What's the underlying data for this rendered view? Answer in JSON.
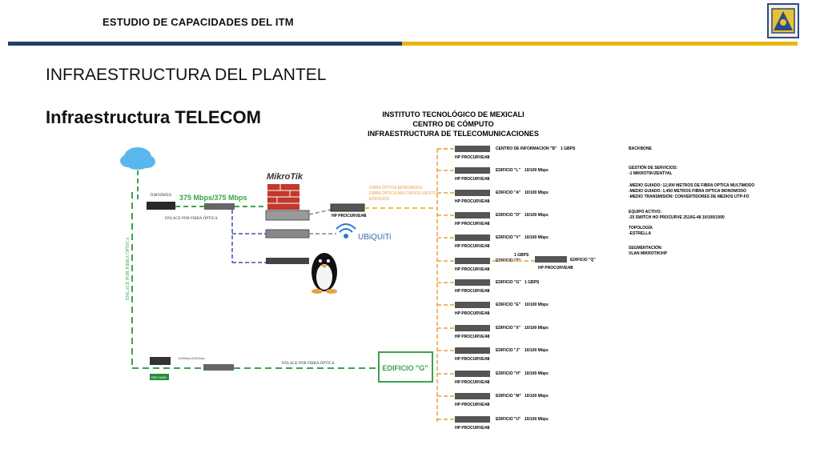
{
  "header": {
    "title": "ESTUDIO DE CAPACIDADES DEL ITM"
  },
  "slide": {
    "title": "INFRAESTRUCTURA DEL PLANTEL",
    "subtitle": "Infraestructura TELECOM"
  },
  "diagram": {
    "heading": [
      "INSTITUTO TECNOLÓGICO DE MEXICALI",
      "CENTRO DE CÓMPUTO",
      "INFRAESTRUCTURA DE TELECOMUNICACIONES"
    ],
    "isp_label": "transtelco",
    "bandwidth": "375 Mbps/375 Mbps",
    "fiber_link": "ENLACE POR FIBRA ÓPTICA",
    "fiber_link2": "ENLACE POR FIBRA ÓPTICA",
    "vertical_link": "ENLACE POR FIBRA ÓPTICA",
    "mikrotik": "MikroTik",
    "ubiquiti": "UBiQUiTi",
    "core_switch": "HP PROCURVE/48",
    "fiber_notes": [
      "FIBRA ÓPTICA MONOMODO",
      "FIBRA ÓPTICA MULTIMODO RESTO",
      "EDIFICIOS"
    ],
    "red_label": "RED NIBA",
    "red_speed": "100Mbps/100Mbps",
    "edificio_g": "EDIFICIO \"G\"",
    "buildings": [
      {
        "switch": "HP PROCURVE/48",
        "name": "CENTRO DE INFORMACION \"B\"",
        "speed": "1 GBPS"
      },
      {
        "switch": "HP PROCURVE/48",
        "name": "EDIFICIO \"L\"",
        "speed": "10/100 Mbps"
      },
      {
        "switch": "HP PROCURVE/48",
        "name": "EDIFICIO \"A\"",
        "speed": "10/100 Mbps"
      },
      {
        "switch": "HP PROCURVE/48",
        "name": "EDIFICIO \"D\"",
        "speed": "10/100 Mbps"
      },
      {
        "switch": "HP PROCURVE/48",
        "name": "EDIFICIO \"V\"",
        "speed": "10/100 Mbps"
      },
      {
        "switch": "HP PROCURVE/48",
        "name": "EDIFICIO \"T\"",
        "speed": "1 GBPS"
      },
      {
        "switch": "HP PROCURVE/48",
        "name": "EDIFICIO \"G\"",
        "speed": "1 GBPS"
      },
      {
        "switch": "HP PROCURVE/48",
        "name": "EDIFICIO \"E\"",
        "speed": "10/100 Mbps"
      },
      {
        "switch": "HP PROCURVE/48",
        "name": "EDIFICIO \"X\"",
        "speed": "10/100 Mbps"
      },
      {
        "switch": "HP PROCURVE/48",
        "name": "EDIFICIO \"J\"",
        "speed": "10/100 Mbps"
      },
      {
        "switch": "HP PROCURVE/48",
        "name": "EDIFICIO \"H\"",
        "speed": "10/100 Mbps"
      },
      {
        "switch": "HP PROCURVE/48",
        "name": "EDIFICIO \"M\"",
        "speed": "10/100 Mbps"
      },
      {
        "switch": "HP PROCURVE/48",
        "name": "EDIFICIO \"U\"",
        "speed": "10/100 Mbps"
      }
    ],
    "q_switch": "HP PROCURVE/48",
    "q_name": "EDIFICIO \"Q\"",
    "info": [
      "BACKBONE",
      "GESTIÓN DE SERVICIOS:",
      "-1 MIKROTIK/ZENTYAL",
      "-MEDIO GUIADO: 12,000 METROS DE FIBRA OPTICA MULTIMODO",
      "-MEDIO GUIADO: 1,450 METROS FIBRA OPTICA MONOMODO",
      "-MEDIO TRANSMISIÓN: CONVERTIDORES DE MEDIOS UTP-FO",
      "EQUIPO ACTIVO:",
      "-25 SWITCH HO PROCURVE 2510G-48 10/100/1000",
      "TOPOLOGÍA",
      "-ESTRELLA",
      "SEGMENTACIÓN:",
      "VLAN MIKROTIK/HP"
    ]
  },
  "colors": {
    "blue_bar": "#213f6b",
    "gold_bar": "#e8b70f",
    "green": "#3aa34a",
    "orange": "#e8a040",
    "blue_line": "#3b4fb8",
    "gray_line": "#888888"
  }
}
